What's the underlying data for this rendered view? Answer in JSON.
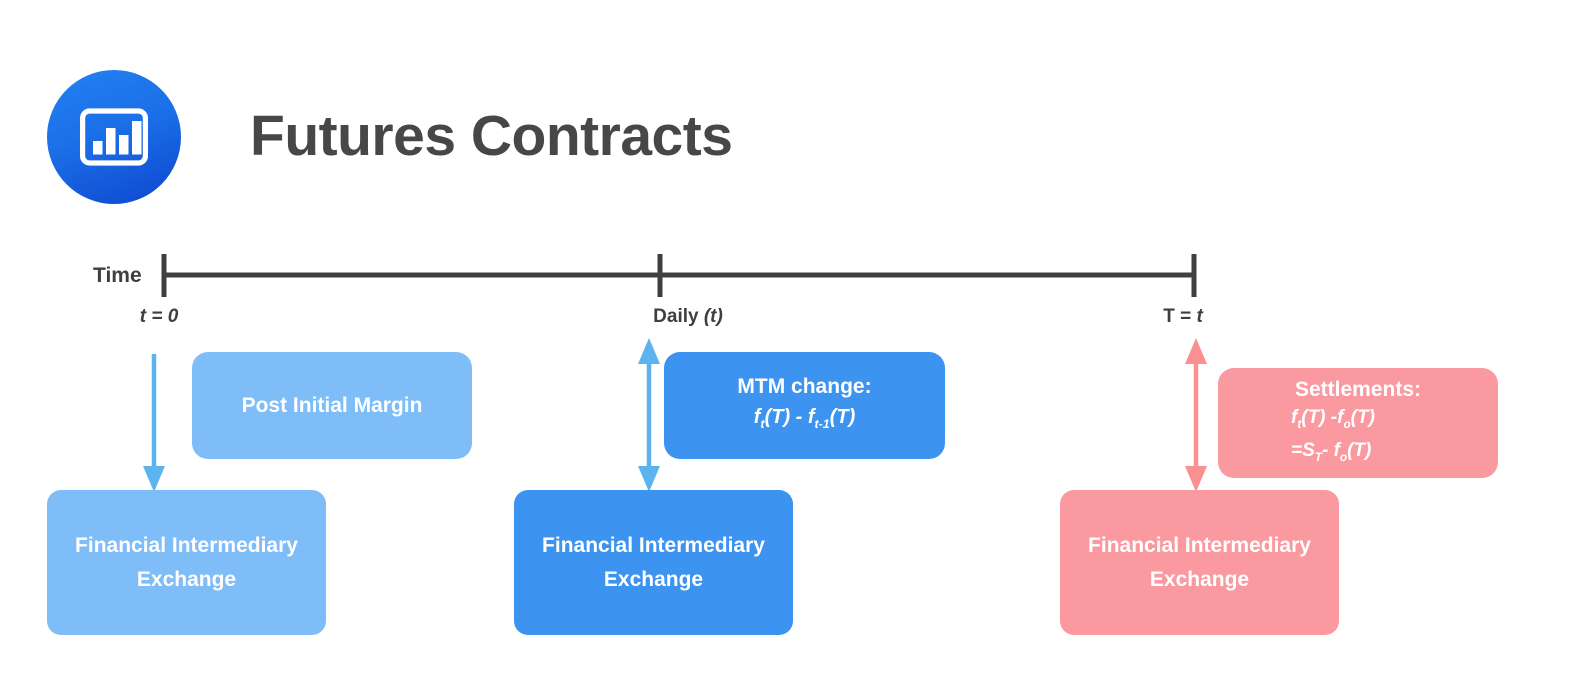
{
  "header": {
    "title": "Futures Contracts",
    "logo_icon": "bar-chart-icon",
    "logo_gradient_from": "#2281F2",
    "logo_gradient_to": "#0D47CF",
    "title_color": "#474747"
  },
  "timeline": {
    "axis_label": "Time",
    "axis_color": "#3f3f3f",
    "ticks": [
      {
        "regular": "t = 0",
        "italic": ""
      },
      {
        "regular": "Daily ",
        "italic": "(t)"
      },
      {
        "regular": "T = ",
        "italic": "t"
      }
    ]
  },
  "colors": {
    "light_blue": "#7EBDF7",
    "mid_blue": "#3D93F0",
    "pink": "#FA9AA0",
    "arrow_blue": "#5CB3EE",
    "arrow_pink": "#FA9091"
  },
  "stages": [
    {
      "card_title": "Post Initial Margin",
      "card_formula": "",
      "bottom_line1": "Financial Intermediary",
      "bottom_line2": "Exchange",
      "arrow": "down-arrow-icon"
    },
    {
      "card_title": "MTM change:",
      "card_formula_a": "f",
      "card_formula_sub_a": "t",
      "card_formula_b": "(T) - f",
      "card_formula_sub_b": "t-1",
      "card_formula_c": "(T)",
      "bottom_line1": "Financial Intermediary",
      "bottom_line2": "Exchange",
      "arrow": "double-arrow-icon"
    },
    {
      "card_title": "Settlements:",
      "line1_a": "f",
      "line1_sub_a": "t",
      "line1_b": "(T) -f",
      "line1_sub_b": "o",
      "line1_c": "(T)",
      "line2_a": "=S",
      "line2_sub_a": "T",
      "line2_b": "- f",
      "line2_sub_b": "o",
      "line2_c": "(T)",
      "bottom_line1": "Financial Intermediary",
      "bottom_line2": "Exchange",
      "arrow": "double-arrow-icon"
    }
  ]
}
